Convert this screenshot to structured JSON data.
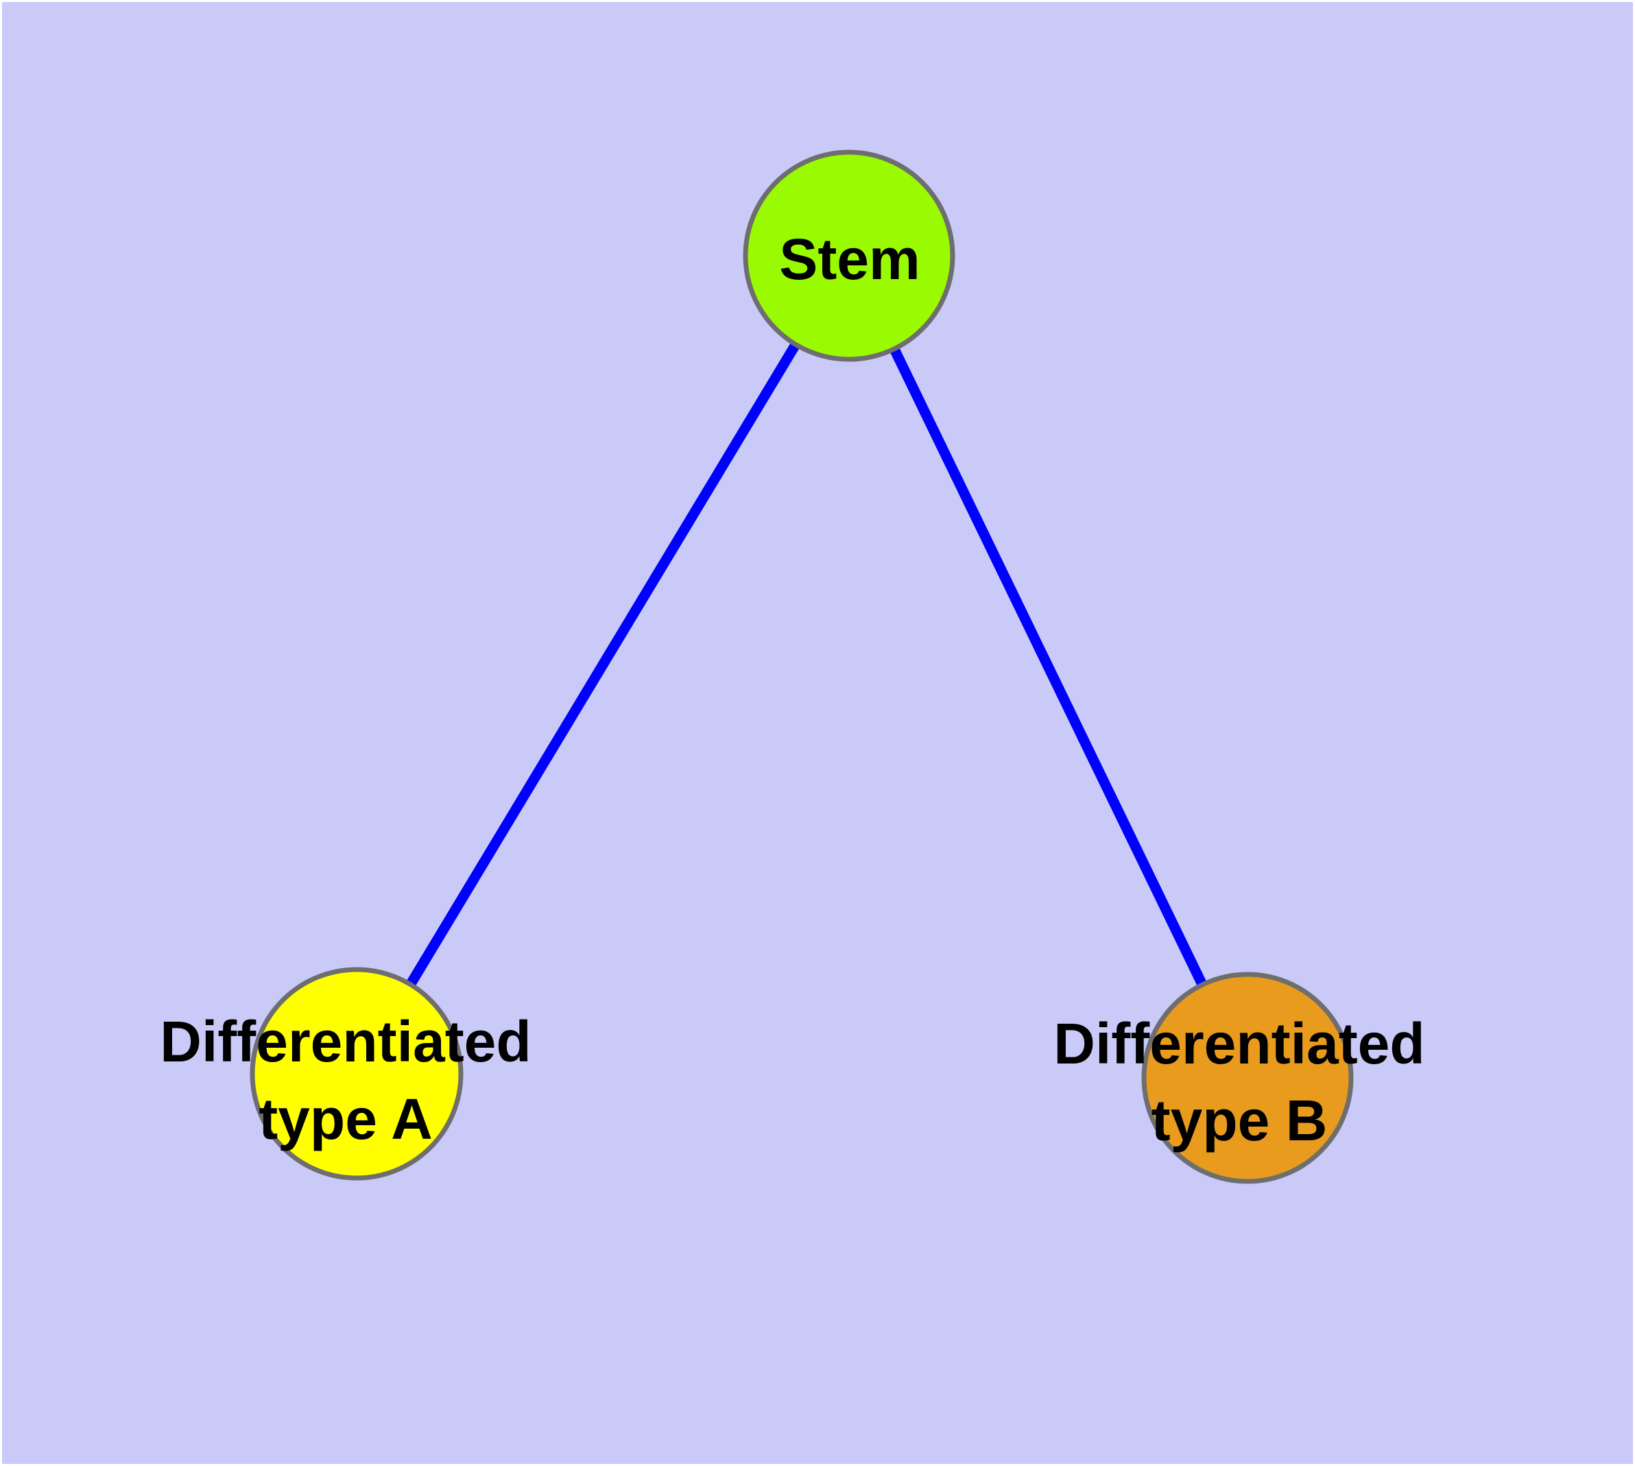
{
  "figure": {
    "background_color": "#CACAF8",
    "frame_color": "#FFFFFF",
    "text_color": "#000000",
    "edge_color": "#0000FF",
    "node_border_color": "#6E6E6E",
    "nodes": [
      {
        "id": "stem",
        "label": "Stem",
        "fill": "#99FA01"
      },
      {
        "id": "differentiated-type-a",
        "label": "Differentiated type A",
        "label_line1": "Differentiated",
        "label_line2": "type A",
        "fill": "#FFFF00"
      },
      {
        "id": "differentiated-type-b",
        "label": "Differentiated type B",
        "label_line1": "Differentiated",
        "label_line2": "type B",
        "fill": "#E89B1C"
      }
    ],
    "edges": [
      {
        "source": "Stem",
        "target": "Differentiated type A"
      },
      {
        "source": "Stem",
        "target": "Differentiated type B"
      }
    ]
  }
}
